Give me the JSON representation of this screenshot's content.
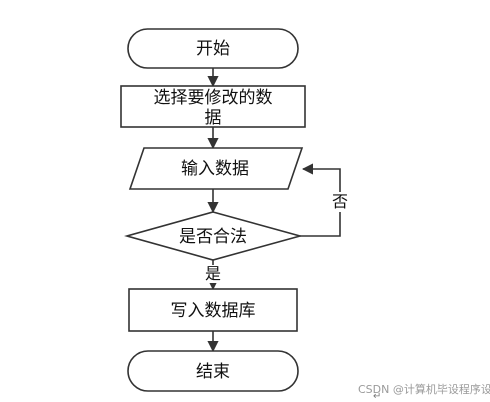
{
  "nodes": {
    "start": "开始",
    "select_line1": "选择要修改的数",
    "select_line2": "据",
    "input": "输入数据",
    "decision": "是否合法",
    "write": "写入数据库",
    "end": "结束"
  },
  "edges": {
    "no": "否",
    "yes": "是"
  },
  "watermark": "CSDN @计算机毕设程序设计",
  "watermark_mark": "↵",
  "colors": {
    "stroke": "#333333",
    "text": "#111111",
    "watermark": "#9a9a9a"
  }
}
